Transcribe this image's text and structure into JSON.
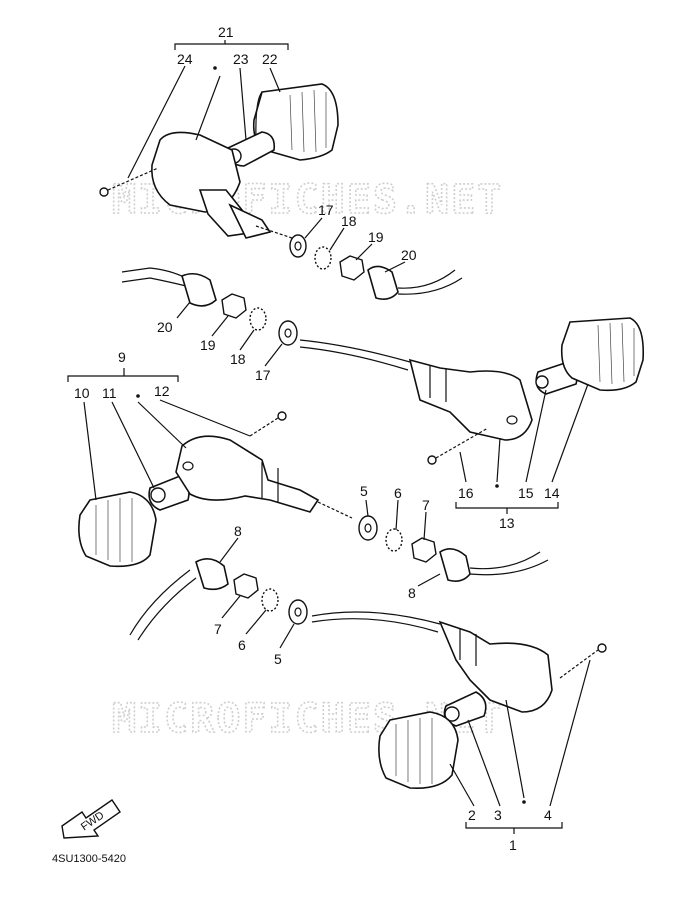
{
  "watermark": "MICROFICHES.NET",
  "fwd_label": "FWD",
  "diagram_code": "4SU1300-5420",
  "callouts": {
    "c1": "1",
    "c2": "2",
    "c3": "3",
    "c4": "4",
    "c5a": "5",
    "c5b": "5",
    "c6a": "6",
    "c6b": "6",
    "c7a": "7",
    "c7b": "7",
    "c8a": "8",
    "c8b": "8",
    "c9": "9",
    "c10": "10",
    "c11": "11",
    "c12": "12",
    "c13": "13",
    "c14": "14",
    "c15": "15",
    "c16": "16",
    "c17a": "17",
    "c17b": "17",
    "c18a": "18",
    "c18b": "18",
    "c19a": "19",
    "c19b": "19",
    "c20a": "20",
    "c20b": "20",
    "c21": "21",
    "c22": "22",
    "c23": "23",
    "c24": "24"
  }
}
